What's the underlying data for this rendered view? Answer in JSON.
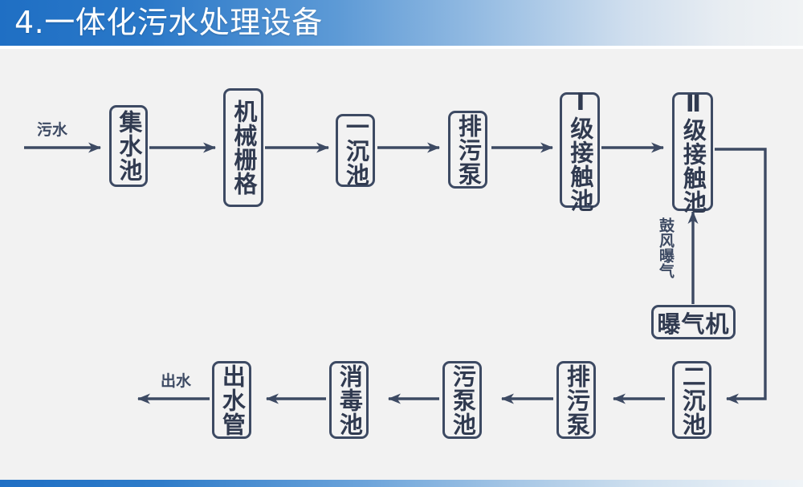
{
  "header": {
    "title": "4.一体化污水处理设备",
    "bg_start": "#1f6fc4",
    "bg_end": "#f1f3f4"
  },
  "canvas": {
    "background": "#f2f2f2",
    "line_color": "#3d4a63",
    "text_color": "#303a50"
  },
  "diagram": {
    "type": "flowchart",
    "orientation": "serpentine-2-row",
    "row1": [
      {
        "id": "jishuichi",
        "label": "集水池",
        "orient": "vertical"
      },
      {
        "id": "jixieshange",
        "label": "机械栅格",
        "orient": "vertical"
      },
      {
        "id": "yichenchi",
        "label": "一沉池",
        "orient": "vertical"
      },
      {
        "id": "paiwubeng1",
        "label": "排污泵",
        "orient": "vertical"
      },
      {
        "id": "jiechuchi1",
        "label": "Ⅰ级接触池",
        "orient": "vertical"
      },
      {
        "id": "jiechuchi2",
        "label": "Ⅱ级接触池",
        "orient": "vertical"
      }
    ],
    "row2": [
      {
        "id": "chushuiguan",
        "label": "出水管",
        "orient": "vertical"
      },
      {
        "id": "xiaoduchi",
        "label": "消毒池",
        "orient": "vertical"
      },
      {
        "id": "wubengchi",
        "label": "污泵池",
        "orient": "vertical"
      },
      {
        "id": "paiwubeng2",
        "label": "排污泵",
        "orient": "vertical"
      },
      {
        "id": "erchenchi",
        "label": "二沉池",
        "orient": "vertical"
      }
    ],
    "aux": [
      {
        "id": "baoqiji",
        "label": "曝气机",
        "orient": "horizontal"
      }
    ],
    "labels": {
      "inlet": "污水",
      "outlet": "出水",
      "aeration": "鼓风曝气"
    }
  }
}
